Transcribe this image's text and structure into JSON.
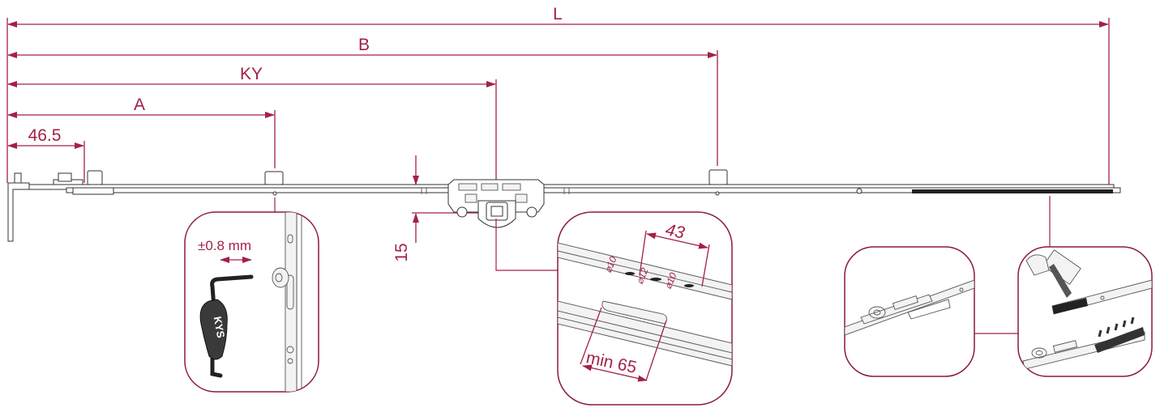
{
  "dimensions": {
    "L": "L",
    "B": "B",
    "KY": "KY",
    "A": "A",
    "offset": "46.5",
    "height": "15"
  },
  "details": {
    "adjust": {
      "tolerance": "±0.8 mm",
      "brand": "KYS"
    },
    "groove": {
      "spacing": "43",
      "hole1": "⌀10",
      "hole2": "⌀12",
      "hole3": "⌀10",
      "min_length": "min 65"
    }
  },
  "colors": {
    "accent": "#a32145",
    "frame": "#8a1b3a",
    "line": "#333333"
  }
}
